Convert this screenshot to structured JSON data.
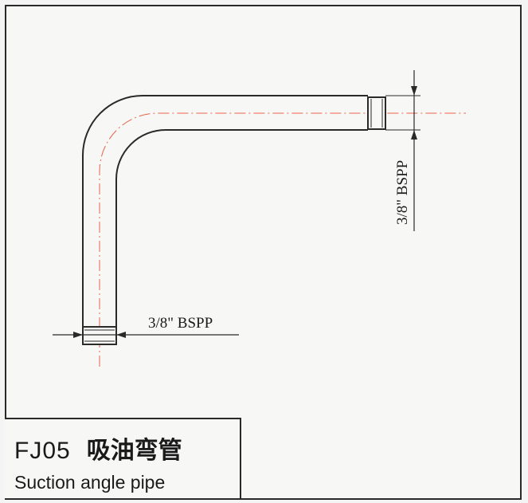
{
  "title": {
    "code": "FJ05",
    "name_cn": "吸油弯管",
    "name_en": "Suction angle pipe"
  },
  "dimensions": {
    "bottom_thread": "3/8\" BSPP",
    "right_thread": "3/8\" BSPP"
  },
  "colors": {
    "line": "#2a2a2a",
    "centerline": "#e8634a"
  }
}
